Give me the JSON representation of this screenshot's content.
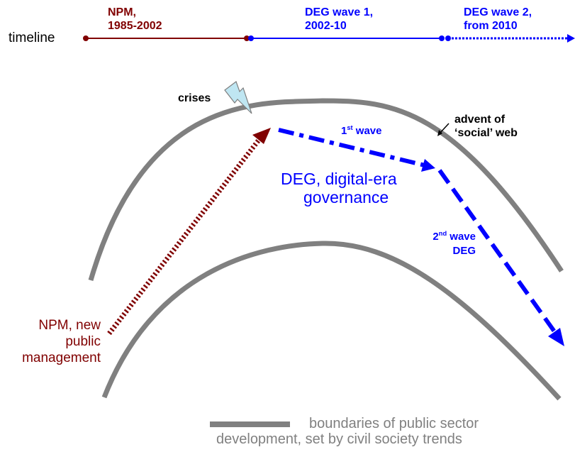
{
  "timeline": {
    "label": "timeline",
    "segments": [
      {
        "name": "NPM,",
        "period": "1985-2002",
        "color": "#800000",
        "style": "solid"
      },
      {
        "name": "DEG wave 1,",
        "period": "2002-10",
        "color": "#0000ff",
        "style": "solid"
      },
      {
        "name": "DEG wave 2,",
        "period": "from 2010",
        "color": "#0000ff",
        "style": "dotted"
      }
    ]
  },
  "annotations": {
    "crises": "crises",
    "social_web_line1": "advent of",
    "social_web_line2": "‘social’ web",
    "first_wave_num": "1",
    "first_wave_sup": "st",
    "first_wave_word": "wave",
    "deg_line1": "DEG,  digital-era",
    "deg_line2": "governance",
    "second_wave_num": "2",
    "second_wave_sup": "nd",
    "second_wave_word": "wave",
    "second_wave_line2": "DEG",
    "npm_line1": "NPM, new",
    "npm_line2": "public",
    "npm_line3": "management"
  },
  "legend": {
    "line1": "boundaries of public sector",
    "line2": "development, set by civil society trends"
  },
  "colors": {
    "npm": "#800000",
    "deg": "#0000ff",
    "boundary": "#808080",
    "lightning": "#bfe6f2"
  }
}
